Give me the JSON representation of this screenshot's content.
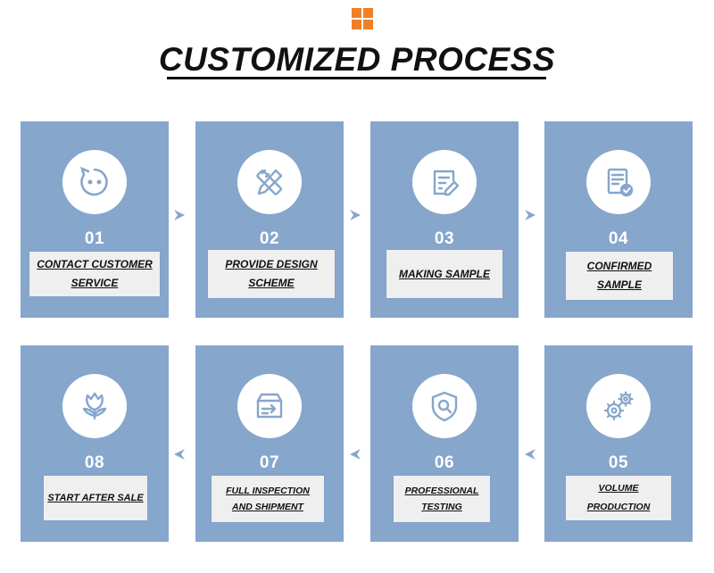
{
  "header": {
    "title": "CUSTOMIZED PROCESS",
    "logo_icon": "orange-grid-icon",
    "logo_color": "#f07f28"
  },
  "colors": {
    "card_background": "#86a6cc",
    "arrow": "#86a6cc",
    "label_background": "#efefef"
  },
  "steps": [
    {
      "number": "01",
      "label": "CONTACT CUSTOMER SERVICE",
      "icon": "chat-bubble-face-icon"
    },
    {
      "number": "02",
      "label": "PROVIDE DESIGN SCHEME",
      "icon": "pencil-ruler-icon"
    },
    {
      "number": "03",
      "label": "MAKING SAMPLE",
      "icon": "edit-document-icon"
    },
    {
      "number": "04",
      "label": "CONFIRMED SAMPLE",
      "icon": "checked-document-icon"
    },
    {
      "number": "05",
      "label": "VOLUME PRODUCTION",
      "icon": "gears-icon"
    },
    {
      "number": "06",
      "label": "PROFESSIONAL TESTING",
      "icon": "shield-search-icon"
    },
    {
      "number": "07",
      "label": "FULL INSPECTION AND SHIPMENT",
      "icon": "box-arrow-icon"
    },
    {
      "number": "08",
      "label": "START AFTER SALE",
      "icon": "flower-icon"
    }
  ]
}
